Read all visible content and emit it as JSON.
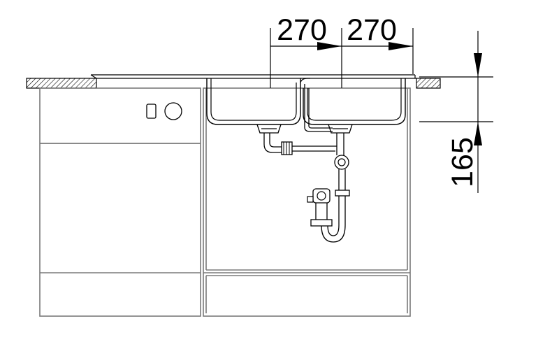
{
  "dimensions": {
    "left_bowl_width": "270",
    "right_bowl_width": "270",
    "depth": "165"
  },
  "colors": {
    "line": "#000000",
    "cabinet": "#7a7a7a",
    "background": "#ffffff"
  }
}
